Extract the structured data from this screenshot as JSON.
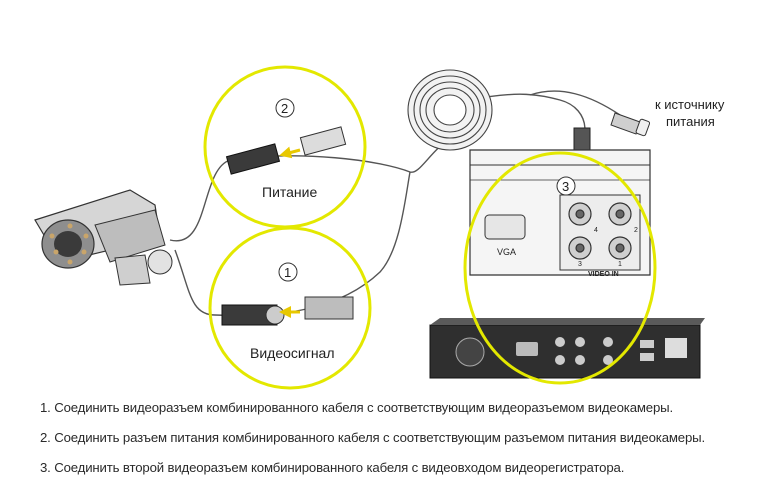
{
  "labels": {
    "step1_number": "1",
    "step2_number": "2",
    "step3_number": "3",
    "power_label": "Питание",
    "video_label": "Видеосигнал",
    "power_source_line1": "к источнику",
    "power_source_line2": "питания",
    "vga_label": "VGA",
    "video_in_label": "VIDEO IN",
    "port_numbers": [
      "4",
      "2",
      "3",
      "1"
    ]
  },
  "instructions": [
    "1. Соединить видеоразъем комбинированного кабеля с соответствующим видеоразъемом видеокамеры.",
    "2. Соединить разъем питания комбинированного кабеля с соответствующим разъемом питания видеокамеры.",
    "3. Соединить второй видеоразъем  комбинированного кабеля с видеовходом видеорегистратора."
  ],
  "colors": {
    "highlight_ring": "#e3e800",
    "arrow": "#e8c800",
    "line": "#333333",
    "cable": "#666666"
  }
}
